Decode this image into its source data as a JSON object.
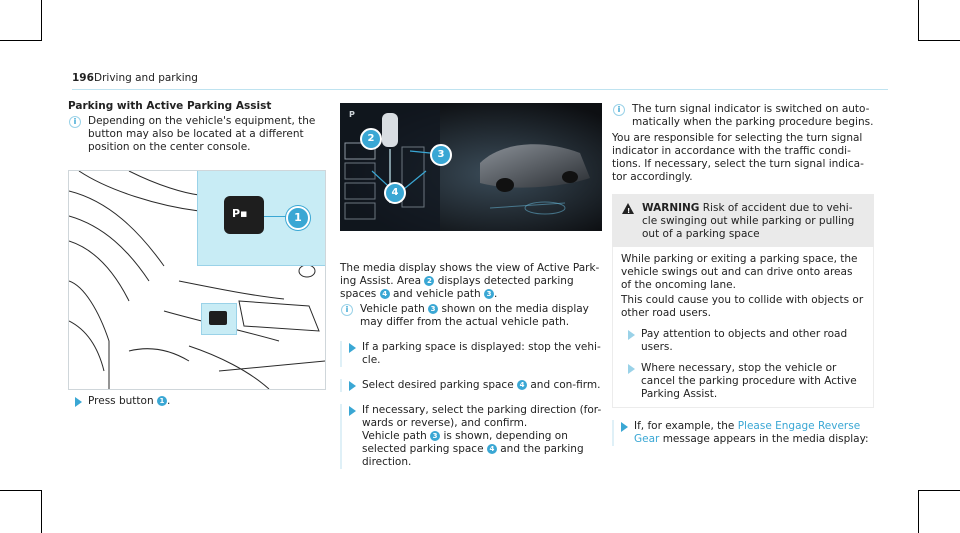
{
  "header": {
    "page_number": "196",
    "section_title": "Driving and parking"
  },
  "col1": {
    "heading": "Parking with Active Parking Assist",
    "info": "Depending on the vehicle's equipment, the button may also be located at a different position on the center console.",
    "figure_callout": "1",
    "step": {
      "text_before": "Press button",
      "num": "1",
      "text_after": "."
    }
  },
  "col2": {
    "figure_callouts": [
      "2",
      "3",
      "4"
    ],
    "screen_label": "P",
    "para": {
      "t1": "The media display shows the view of Active Park-ing Assist. Area",
      "n1": "2",
      "t2": "displays detected parking spaces",
      "n2": "4",
      "t3": "and vehicle path",
      "n3": "3",
      "t4": "."
    },
    "info": {
      "t1": "Vehicle path",
      "n1": "3",
      "t2": "shown on the media display may differ from the actual vehicle path."
    },
    "step1": "If a parking space is displayed: stop the vehi-cle.",
    "step2": {
      "t1": "Select desired parking space",
      "n1": "4",
      "t2": "and con-firm."
    },
    "step3": {
      "t1": "If necessary, select the parking direction (for-wards or reverse), and confirm.",
      "t2": "Vehicle path",
      "n1": "3",
      "t3": "is shown, depending on selected parking space",
      "n2": "4",
      "t4": "and the parking direction."
    }
  },
  "col3": {
    "info": "The turn signal indicator is switched on auto-matically when the parking procedure begins.",
    "para": "You are responsible for selecting the turn signal indicator in accordance with the traffic condi-tions. If necessary, select the turn signal indica-tor accordingly.",
    "warning": {
      "label": "WARNING",
      "title": "Risk of accident due to vehi-cle swinging out while parking or pulling out of a parking space",
      "p1": "While parking or exiting a parking space, the vehicle swings out and can drive onto areas of the oncoming lane.",
      "p2": "This could cause you to collide with objects or other road users.",
      "s1": "Pay attention to objects and other road users.",
      "s2": "Where necessary, stop the vehicle or cancel the parking procedure with Active Parking Assist."
    },
    "step": {
      "t1": "If, for example, the",
      "link": "Please Engage Reverse Gear",
      "t2": "message appears in the media display:"
    }
  },
  "colors": {
    "accent": "#3aa7d4",
    "highlight": "#c8ecf5"
  }
}
